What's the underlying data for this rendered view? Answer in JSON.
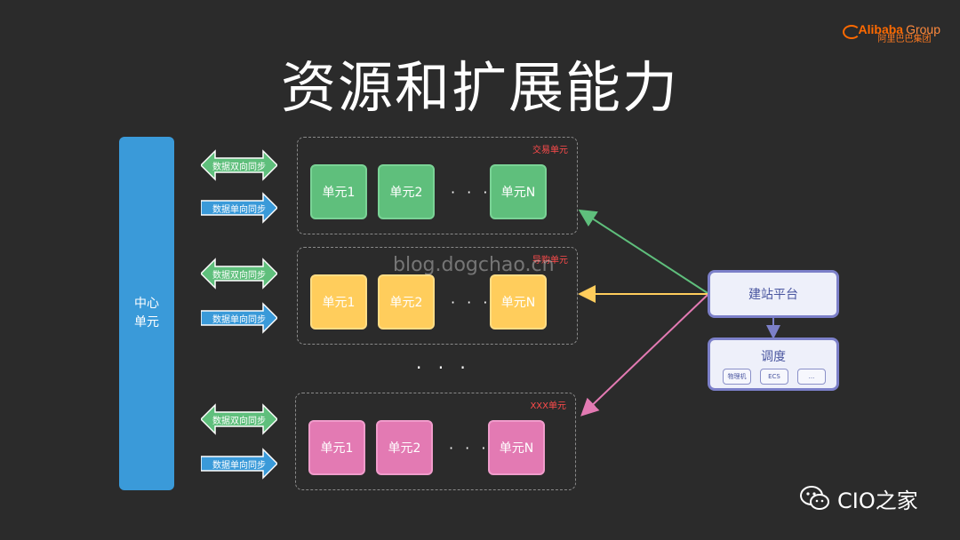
{
  "title": "资源和扩展能力",
  "logo": {
    "name": "Alibaba",
    "group": "Group",
    "cn": "阿里巴巴集团"
  },
  "center_unit": {
    "line1": "中心",
    "line2": "单元"
  },
  "sync_labels": {
    "bidirectional": "数据双向同步",
    "unidirectional": "数据单向同步"
  },
  "groups": [
    {
      "name": "交易单元",
      "cells": [
        "单元1",
        "单元2",
        "单元N"
      ],
      "ellipsis": "· · ·"
    },
    {
      "name": "导购单元",
      "cells": [
        "单元1",
        "单元2",
        "单元N"
      ],
      "ellipsis": "· · ·"
    },
    {
      "name": "XXX单元",
      "cells": [
        "单元1",
        "单元2",
        "单元N"
      ],
      "ellipsis": "· · ·"
    }
  ],
  "vertical_ellipsis": "· · ·",
  "platform": {
    "label": "建站平台"
  },
  "scheduler": {
    "label": "调度",
    "items": [
      "物理机",
      "ECS",
      "..."
    ]
  },
  "watermark": "blog.dogchao.cn",
  "brand": "CIO之家",
  "colors": {
    "green": "#5fbf7c",
    "yellow": "#ffcd5c",
    "pink": "#e37ab3",
    "blue": "#3a9ad9",
    "platform_border": "#7c80c9"
  }
}
